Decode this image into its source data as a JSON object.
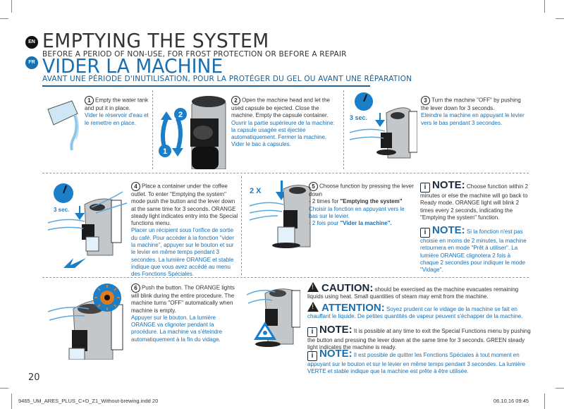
{
  "header": {
    "lang_en": "EN",
    "lang_fr": "FR",
    "title_en": "EMPTYING THE SYSTEM",
    "subtitle_en": "BEFORE A PERIOD OF NON-USE, FOR FROST PROTECTION OR BEFORE A REPAIR",
    "title_fr": "VIDER LA MACHINE",
    "subtitle_fr": "AVANT UNE PÉRIODE D'INUTILISATION, POUR LA PROTÉGER DU GEL OU AVANT UNE RÉPARATION"
  },
  "colors": {
    "accent_blue": "#1a6fb0",
    "dark": "#1a2a3a",
    "orange": "#e07a1f"
  },
  "steps": [
    {
      "num": "1",
      "en": "Empty the water tank and put it in place.",
      "fr": "Vider le réservoir d'eau et le remettre en place."
    },
    {
      "num": "2",
      "en": "Open the machine head and let the used capsule be ejected. Close the machine. Empty the capsule container.",
      "fr": "Ouvrir la partie supérieure de la machine: la capsule usagée est éjectée automatiquement. Fermer la machine. Vider le bac à capsules.",
      "arrow_1": "1",
      "arrow_2": "2"
    },
    {
      "num": "3",
      "en": "Turn the machine \"OFF\" by pushing the lever down for 3 seconds.",
      "fr": "Eteindre la machine en appuyant le levier vers le bas pendant 3 secondes.",
      "timer_label": "3 sec."
    },
    {
      "num": "4",
      "en": "Place a container under the coffee outlet. To enter \"Emptying the system\" mode push the button and the lever down at the same time for 3 seconds. ORANGE steady light indicates entry into the Special functions menu.",
      "fr": "Placer un récipient sous l'orifice de sortie du café. Pour accéder à la fonction \"vider la machine\", appuyer sur le bouton et sur le levier en même temps pendant 3 secondes. La lumière ORANGE et stable indique que vous avez accédé au menu des Fonctions Spéciales.",
      "timer_label": "3 sec."
    },
    {
      "num": "5",
      "en_line1": "Choose function by pressing the lever down",
      "en_line2_prefix": "- 2 times for ",
      "en_line2_bold": "\"Emptying the system\"",
      "fr_line1": "Choisir la fonction en appuyant vers le bas sur le levier.",
      "fr_line2_prefix": "- 2 fois pour ",
      "fr_line2_bold": "\"Vider la machine\".",
      "press_label": "2 X"
    },
    {
      "num": "6",
      "en": "Push the button. The ORANGE lights will blink during the entire procedure. The machine turns \"OFF\" automatically when machine is empty.",
      "fr": "Appuyer sur le bouton. La lumière ORANGE va clignoter pendant la procédure. La machine va s'éteindre automatiquement à la fin du vidage."
    }
  ],
  "notes": {
    "note1_head": "NOTE:",
    "note1_en": "Choose function within 2 minutes or else the machine will go back to Ready mode. ORANGE light will blink 2 times every 2 seconds, indicating the \"Emptying the system\" function.",
    "note2_head": "NOTE:",
    "note2_fr": "Si la fonction n'est pas choisie en moins de 2 minutes, la machine retournera en mode \"Prêt à utiliser\". La lumière ORANGE clignotera 2 fois à chaque 2 secondes pour indiquer le mode \"Vidage\".",
    "caution_head": "CAUTION:",
    "caution_en": "should be exercised as the machine evacuates remaining liquids using heat. Small quantities of steam may emit from the machine.",
    "attention_head": "ATTENTION:",
    "attention_fr": "Soyez prudent car le vidage de la machine se fait en chauffant le liquide. De petites quantités de vapeur peuvent s'échapper de la machine.",
    "note3_head": "NOTE:",
    "note3_en": "It is possible at any time to exit the Special Functions menu by pushing the button and pressing the lever down at the same time for 3 seconds. GREEN steady light indicates the machine is ready.",
    "note4_head": "NOTE:",
    "note4_fr": "Il est possible de quitter les Fonctions Spéciales à tout moment en appuyant sur le bouton et sur le levier en même temps pendant 3 secondes. La lumière VERTE et stable indique que la machine est prête à être utilisée."
  },
  "footer": {
    "page_number": "20",
    "file_name": "9465_UM_ARES_PLUS_C+D_Z1_Without-brewing.indd   20",
    "timestamp": "06.10.16   09:45"
  }
}
